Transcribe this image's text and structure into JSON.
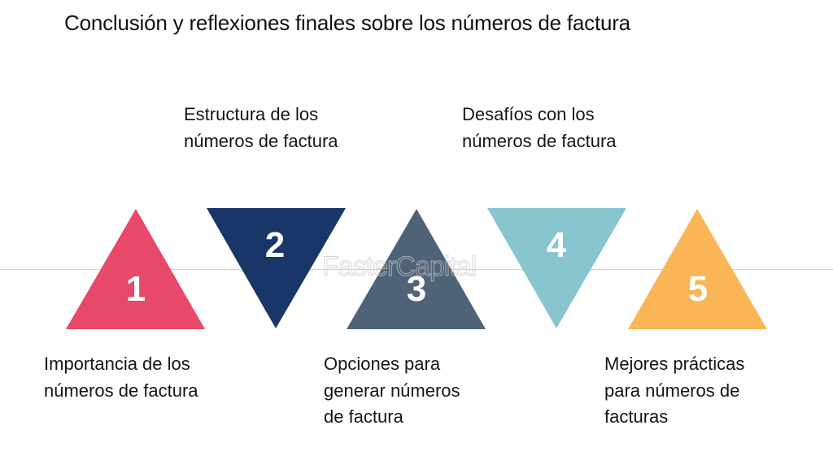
{
  "title": "Conclusión y reflexiones finales sobre los números de factura",
  "watermark": "FasterCapital",
  "steps": [
    {
      "number": "1",
      "color": "#E8486A",
      "direction": "up",
      "label_lines": [
        "Importancia de los",
        "números de factura"
      ],
      "label_position": "below"
    },
    {
      "number": "2",
      "color": "#1A3668",
      "direction": "down",
      "label_lines": [
        "Estructura de los",
        "números de factura"
      ],
      "label_position": "above"
    },
    {
      "number": "3",
      "color": "#4F6378",
      "direction": "up",
      "label_lines": [
        "Opciones para",
        "generar números",
        "de factura"
      ],
      "label_position": "below"
    },
    {
      "number": "4",
      "color": "#88C5CF",
      "direction": "down",
      "label_lines": [
        "Desafíos con los",
        "números de factura"
      ],
      "label_position": "above"
    },
    {
      "number": "5",
      "color": "#FAB656",
      "direction": "up",
      "label_lines": [
        "Mejores prácticas",
        "para números de",
        "facturas"
      ],
      "label_position": "below"
    }
  ]
}
